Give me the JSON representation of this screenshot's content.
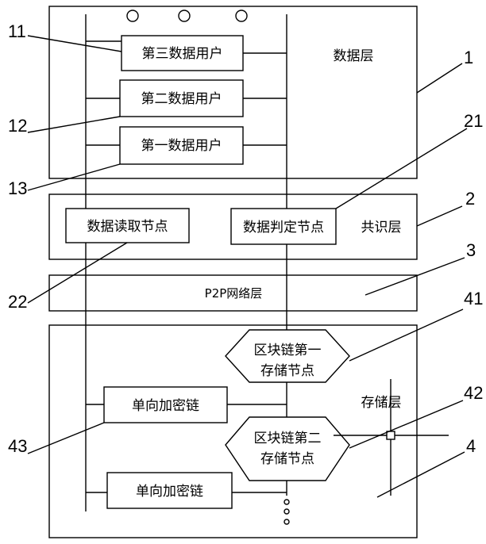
{
  "layers": {
    "data_layer": "数据层",
    "consensus_layer": "共识层",
    "p2p_layer": "P2P网络层",
    "storage_layer": "存储层"
  },
  "data_users": {
    "third": "第三数据用户",
    "second": "第二数据用户",
    "first": "第一数据用户"
  },
  "nodes": {
    "read_node": "数据读取节点",
    "judge_node": "数据判定节点",
    "storage_node_1_line1": "区块链第一",
    "storage_node_1_line2": "存储节点",
    "storage_node_2_line1": "区块链第二",
    "storage_node_2_line2": "存储节点"
  },
  "chains": {
    "chain_upper": "单向加密链",
    "chain_lower": "单向加密链"
  },
  "refs": {
    "r1": "1",
    "r2": "2",
    "r3": "3",
    "r4": "4",
    "r11": "11",
    "r12": "12",
    "r13": "13",
    "r21": "21",
    "r22": "22",
    "r41": "41",
    "r42": "42",
    "r43": "43"
  }
}
